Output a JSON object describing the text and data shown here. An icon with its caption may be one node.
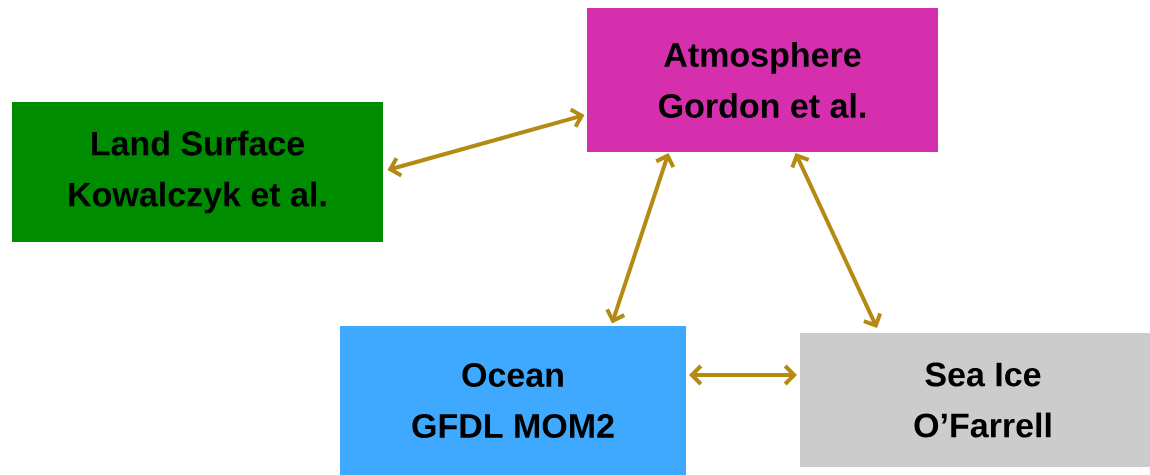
{
  "diagram": {
    "nodes": [
      {
        "text": [
          "Atmosphere",
          "Gordon et al."
        ]
      },
      {
        "text": [
          "Land Surface",
          "Kowalczyk et al."
        ]
      },
      {
        "text": [
          "Ocean",
          "GFDL MOM2"
        ]
      },
      {
        "text": [
          "Sea Ice",
          "O’Farrell"
        ]
      }
    ],
    "edges": [
      {
        "from": 1,
        "to": 0,
        "arrow": "both"
      },
      {
        "from": 0,
        "to": 2,
        "arrow": "both"
      },
      {
        "from": 0,
        "to": 3,
        "arrow": "both"
      },
      {
        "from": 2,
        "to": 3,
        "arrow": "both"
      }
    ]
  }
}
